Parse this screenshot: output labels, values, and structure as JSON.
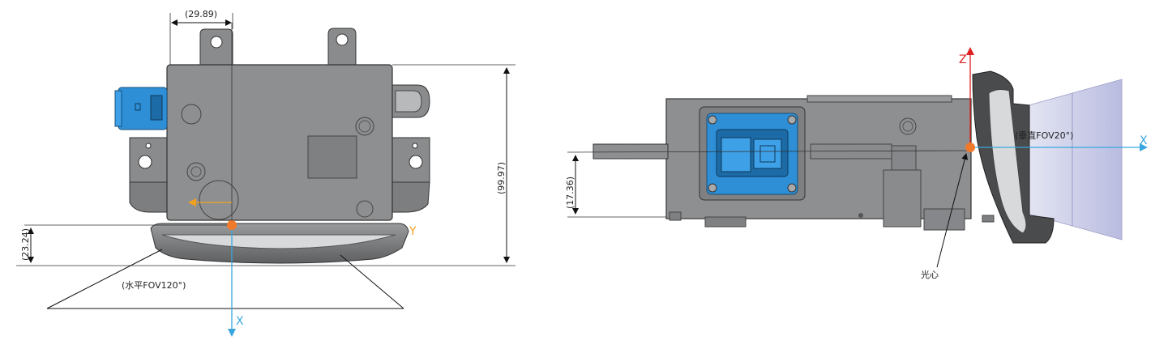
{
  "top_view": {
    "dim_width": "(29.89)",
    "dim_height_total": "(99.97)",
    "dim_lens_depth": "(23.24)",
    "fov_label": "(水平FOV120°)",
    "axis_x": "X",
    "axis_y": "Y"
  },
  "side_view": {
    "dim_height": "(17.36)",
    "fov_label": "(垂直FOV20°)",
    "axis_x": "X",
    "axis_z": "Z",
    "optical_center_label": "光心"
  },
  "colors": {
    "body": "#8e8f91",
    "body_dark": "#6b6c6e",
    "connector": "#2e8fd6",
    "optical_center": "#f07a2a",
    "x_axis": "#3aa6e0",
    "z_axis": "#e02020",
    "y_axis": "#f0a020",
    "fov_fill": "#c8cae8"
  }
}
